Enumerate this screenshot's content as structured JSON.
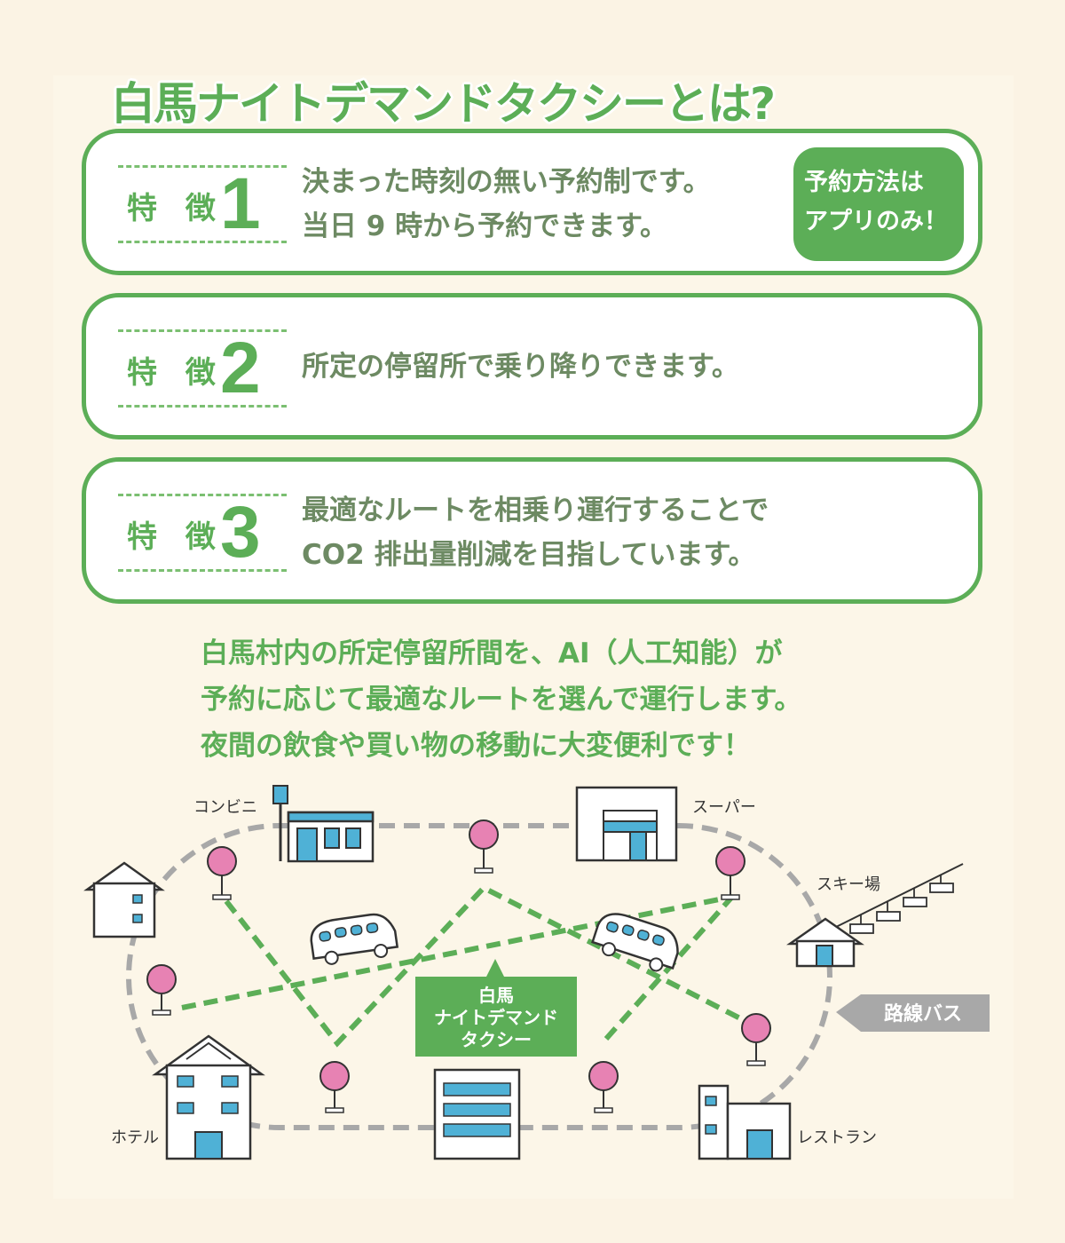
{
  "title": "白馬ナイトデマンドタクシーとは?",
  "features": [
    {
      "word": "特 徴",
      "number": "1",
      "lines": [
        "決まった時刻の無い予約制です。",
        "当日 9 時から予約できます。"
      ]
    },
    {
      "word": "特 徴",
      "number": "2",
      "lines": [
        "所定の停留所で乗り降りできます。"
      ]
    },
    {
      "word": "特 徴",
      "number": "3",
      "lines": [
        "最適なルートを相乗り運行することで",
        "CO2 排出量削減を目指しています。"
      ]
    }
  ],
  "app_badge": {
    "line1": "予約方法は",
    "line2": "アプリのみ！"
  },
  "description": [
    "白馬村内の所定停留所間を、AI（人工知能）が",
    "予約に応じて最適なルートを選んで運行します。",
    "夜間の飲食や買い物の移動に大変便利です！"
  ],
  "map": {
    "places": {
      "convenience": "コンビニ",
      "supermarket": "スーパー",
      "ski": "スキー場",
      "hotel": "ホテル",
      "restaurant": "レストラン"
    },
    "taxi_label": [
      "白馬",
      "ナイトデマンド",
      "タクシー"
    ],
    "bus_label": "路線バス",
    "colors": {
      "taxi_route": "#5cae57",
      "bus_route": "#a8a8a8",
      "stop": "#e782b3",
      "building_accent": "#4fb1d6"
    }
  }
}
